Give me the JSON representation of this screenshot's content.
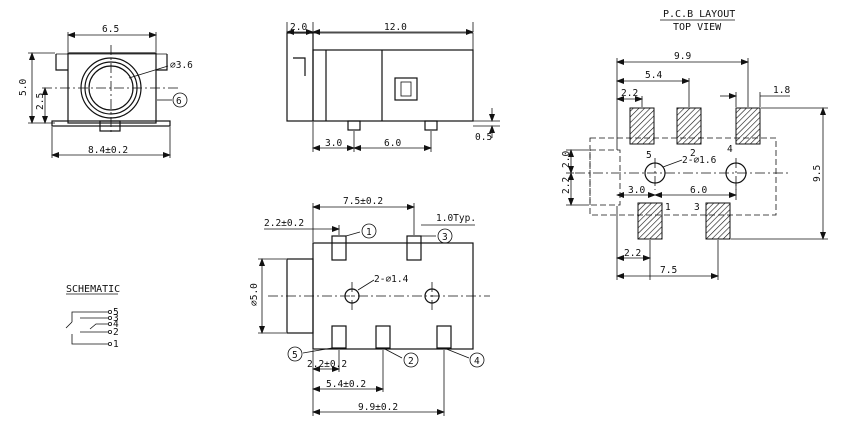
{
  "front_view": {
    "dim_width": "6.5",
    "dim_height": "5.0",
    "dim_center": "2.5",
    "dim_hole": "⌀3.6",
    "dim_base": "8.4±0.2",
    "callout_6": "6"
  },
  "side_view": {
    "dim_front": "2.0",
    "dim_length": "12.0",
    "dim_a": "3.0",
    "dim_b": "6.0",
    "dim_c": "0.5"
  },
  "bottom_view": {
    "dim_top": "7.5±0.2",
    "dim_left": "2.2±0.2",
    "dim_typ": "1.0Typ.",
    "dim_holes": "2-⌀1.4",
    "dim_dia": "⌀5.0",
    "dim_bot1": "2.2±0.2",
    "dim_bot2": "5.4±0.2",
    "dim_bot3": "9.9±0.2",
    "callouts": [
      "1",
      "2",
      "3",
      "4",
      "5"
    ]
  },
  "schematic": {
    "title": "SCHEMATIC",
    "pins": [
      "5",
      "3",
      "4",
      "2",
      "1"
    ]
  },
  "pcb_layout": {
    "title": "P.C.B LAYOUT",
    "subtitle": "TOP VIEW",
    "dim_99": "9.9",
    "dim_54": "5.4",
    "dim_22": "2.2",
    "dim_18": "1.8",
    "dim_20": "2.0",
    "dim_22v": "2.2",
    "dim_95": "9.5",
    "dim_30": "3.0",
    "dim_60": "6.0",
    "dim_holes": "2-⌀1.6",
    "dim_22b": "2.2",
    "dim_75": "7.5",
    "pads": [
      "5",
      "2",
      "4",
      "1",
      "3"
    ]
  }
}
